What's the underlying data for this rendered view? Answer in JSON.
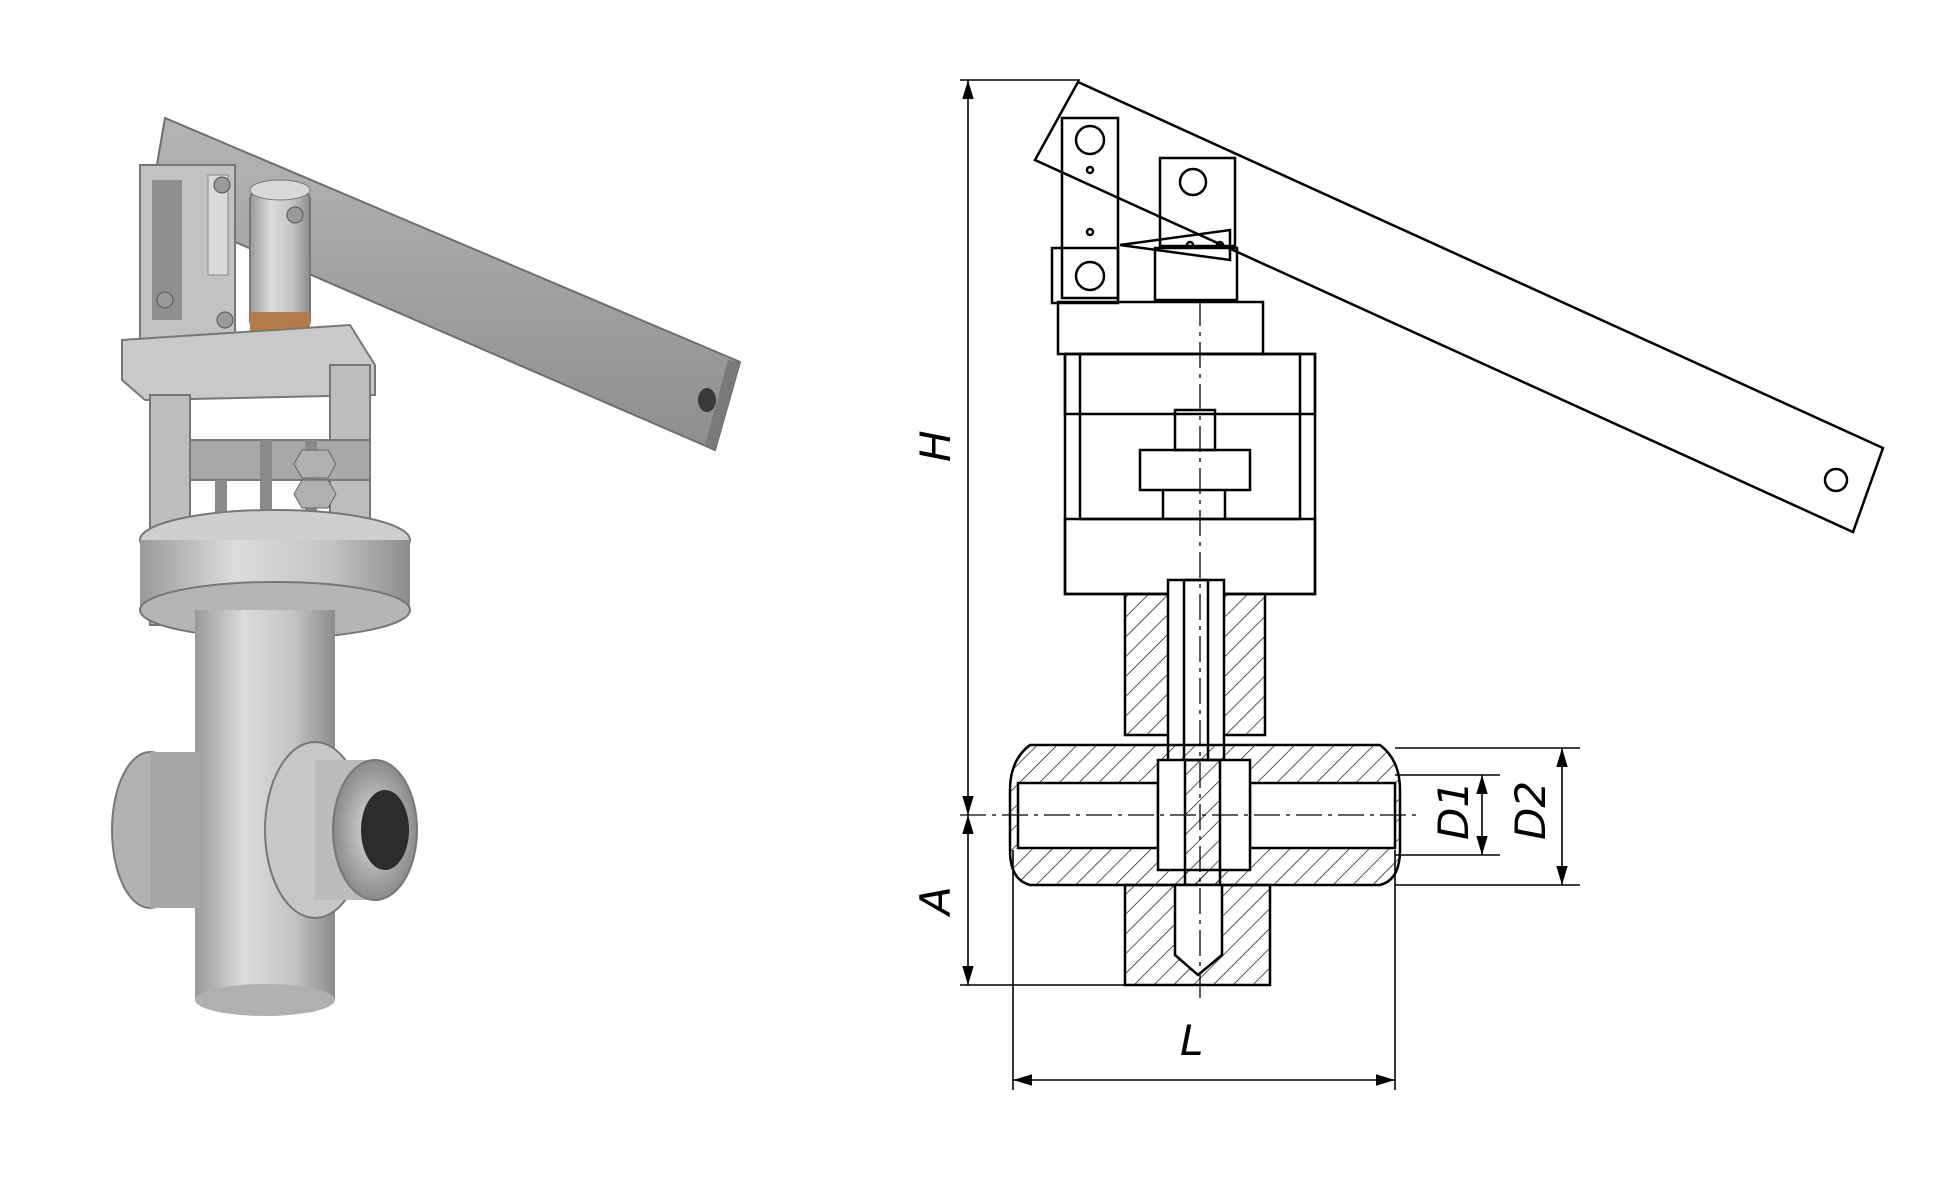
{
  "colors": {
    "background": "#ffffff",
    "metal_light": "#d6d6d6",
    "metal_mid": "#a9a9a9",
    "metal_dark": "#6e6e6e",
    "line": "#000000"
  },
  "dimensions": {
    "height": "H",
    "axis_offset": "A",
    "length": "L",
    "inner_diameter": "D1",
    "outer_diameter": "D2"
  }
}
